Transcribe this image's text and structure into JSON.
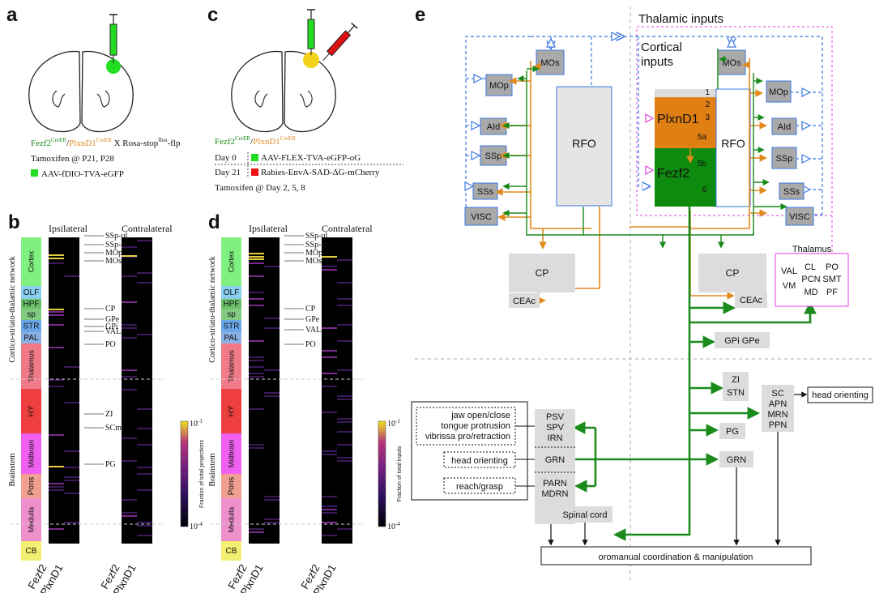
{
  "panels": {
    "a": "a",
    "b": "b",
    "c": "c",
    "d": "d",
    "e": "e"
  },
  "colors": {
    "green": "#1a8a1a",
    "orange": "#e08a1e",
    "blue": "#3a78e0",
    "magenta": "#e040e0",
    "gray": "#d8d8d8",
    "box": "#a9a9a9",
    "heat": "#000000",
    "yellow": "#f0e020"
  },
  "a": {
    "genotype_green": "Fezf2",
    "genotype_green_sup": "CreER",
    "slash": "/",
    "genotype_orange": "PlxnD1",
    "genotype_orange_sup": "CreER",
    "cross": " X Rosa-stop",
    "flox_sup": "flox",
    "flox_tail": "-flp",
    "tamoxifen": "Tamoxifen @ P21, P28",
    "virus": "AAV-fDIO-TVA-eGFP"
  },
  "c": {
    "genotype_green": "Fezf2",
    "genotype_green_sup": "CreER",
    "slash": "/",
    "genotype_orange": "PlxnD1",
    "genotype_orange_sup": "CreER",
    "day0": "Day 0",
    "virus0": "AAV-FLEX-TVA-eGFP-oG",
    "day21": "Day 21",
    "virus21": "Rabies-EnvA-SAD-ΔG-mCherry",
    "tamoxifen": "Tamoxifen @ Day 2, 5, 8"
  },
  "heatmaps": {
    "ipsilateral": "Ipsilateral",
    "contralateral": "Contralateral",
    "network_label": "Cortico-striato-thalamic network",
    "brainstem_label": "Brainstem",
    "regions": [
      "Cortex",
      "OLF",
      "HPF",
      "sp",
      "STR",
      "PAL",
      "Thalamus",
      "HY",
      "Midbrain",
      "Pons",
      "Medulla",
      "CB"
    ],
    "annotations_b": [
      "SSp-ul",
      "SSp-m",
      "MOp",
      "MOs",
      "CP",
      "GPe",
      "GPi",
      "VAL",
      "PO",
      "ZI",
      "SCm",
      "PG"
    ],
    "annotations_d": [
      "SSp-ul",
      "SSp-m",
      "MOp",
      "MOs",
      "CP",
      "GPe",
      "VAL",
      "PO"
    ],
    "colorbar_top": "10",
    "colorbar_top_sup": "-1",
    "colorbar_bottom": "10",
    "colorbar_bottom_sup": "-4",
    "colorbar_label_b": "Fraction of total projections",
    "colorbar_label_d": "Fraction of total inputs",
    "x_green": "Fezf2",
    "x_orange": "PlxnD1"
  },
  "e": {
    "thalamic_inputs": "Thalamic inputs",
    "cortical_inputs_1": "Cortical",
    "cortical_inputs_2": "inputs",
    "rfo": "RFO",
    "plxnd1": "PlxnD1",
    "fezf2": "Fezf2",
    "layers": [
      "1",
      "2",
      "3",
      "5a",
      "5b",
      "6"
    ],
    "left_areas": [
      "MOs",
      "MOp",
      "AId",
      "SSp",
      "SSs",
      "VISC"
    ],
    "right_areas": [
      "MOs",
      "MOp",
      "AId",
      "SSp",
      "SSs",
      "VISC"
    ],
    "cp": "CP",
    "ceac": "CEAc",
    "thalamus": "Thalamus",
    "thal_nuclei": [
      "VAL",
      "CL",
      "PO",
      "VM",
      "PCN",
      "SMT",
      "MD",
      "PF"
    ],
    "gpi_gpe": "GPi  GPe",
    "zi": "ZI",
    "stn": "STN",
    "sc_group": [
      "SC",
      "APN",
      "MRN",
      "PPN"
    ],
    "head_orienting": "head orienting",
    "pg": "PG",
    "grn": "GRN",
    "brainstem_left": [
      "PSV",
      "SPV",
      "IRN"
    ],
    "grn_left": "GRN",
    "parn": [
      "PARN",
      "MDRN"
    ],
    "behaviors": [
      "jaw open/close",
      "tongue protrusion",
      "vibrissa pro/retraction"
    ],
    "head_orienting_left": "head orienting",
    "reach": "reach/grasp",
    "spinal": "Spinal cord",
    "oromanual": "oromanual coordination & manipulation"
  }
}
